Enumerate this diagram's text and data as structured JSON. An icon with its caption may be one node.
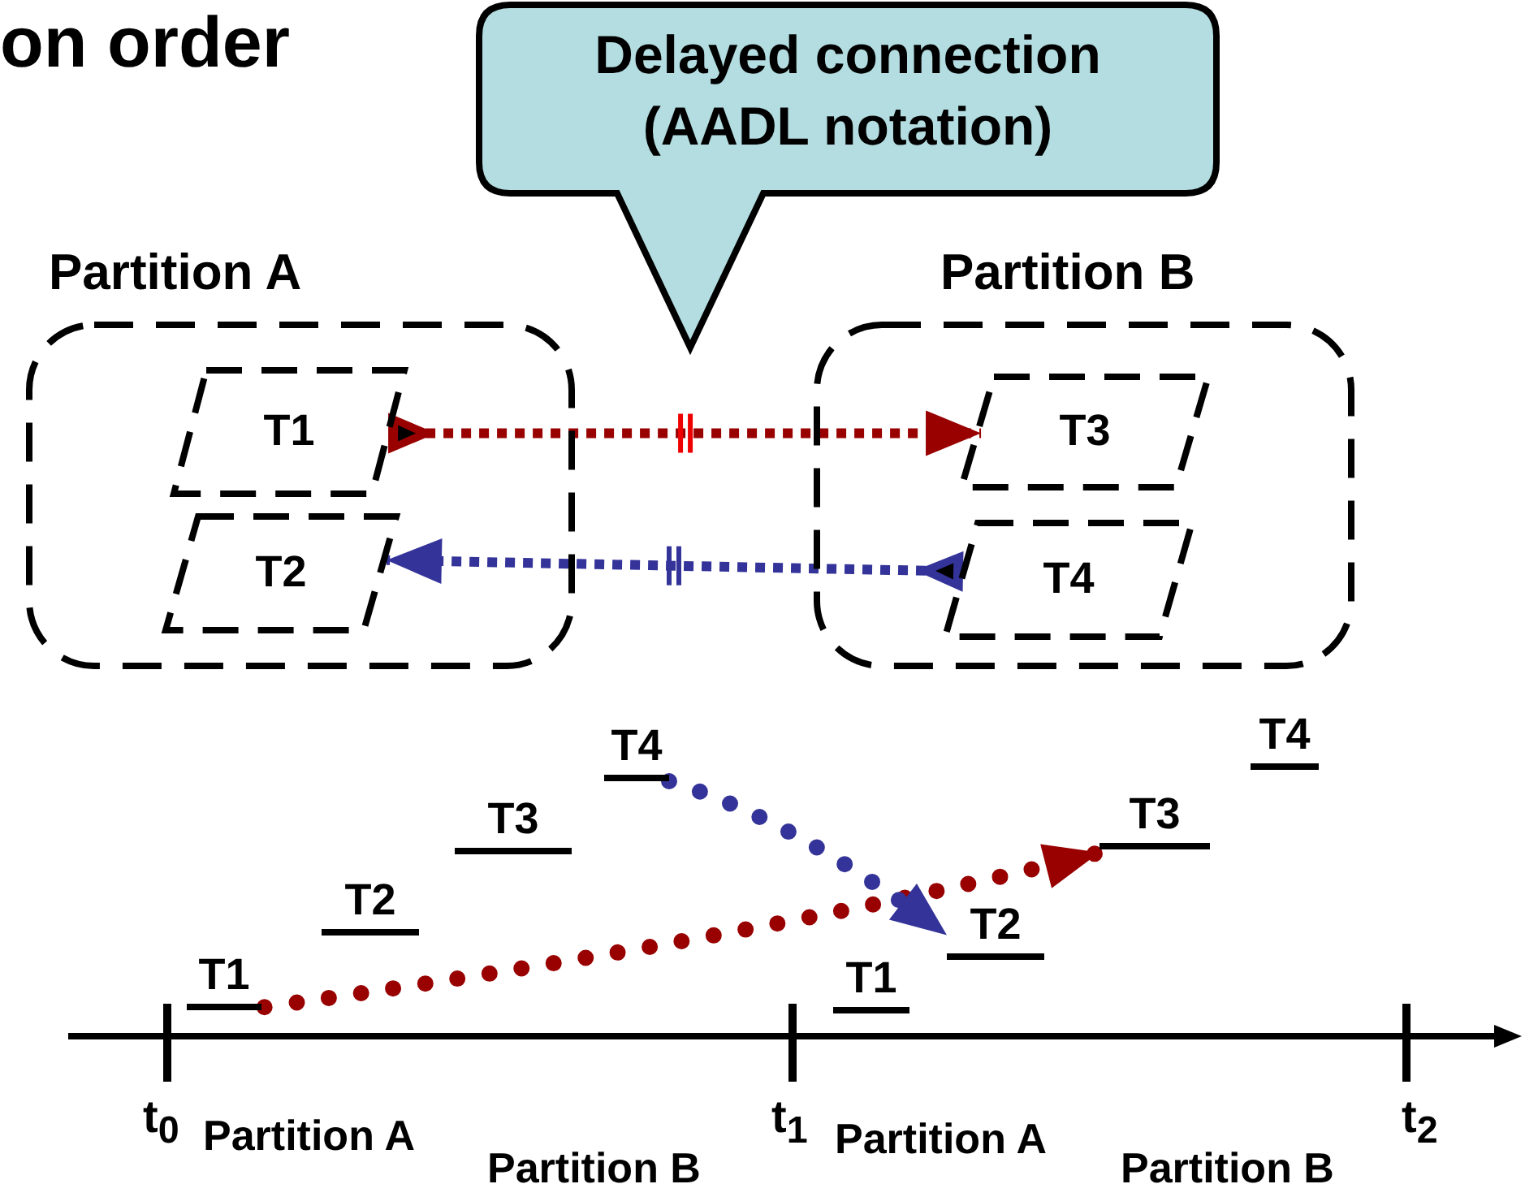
{
  "diagram": {
    "title": "on order",
    "nodes": [
      {
        "text": [
          "Delayed connection (AADL notation)"
        ]
      },
      {
        "text": [
          "Partition A"
        ]
      },
      {
        "text": [
          "T1"
        ],
        "in": 1
      },
      {
        "text": [
          "T2"
        ],
        "in": 1
      },
      {
        "text": [
          "Partition B"
        ]
      },
      {
        "text": [
          "T3"
        ],
        "in": 4
      },
      {
        "text": [
          "T4"
        ],
        "in": 4
      },
      {
        "text": [
          "T1"
        ]
      },
      {
        "text": [
          "T2"
        ]
      },
      {
        "text": [
          "T3"
        ]
      },
      {
        "text": [
          "T4"
        ]
      },
      {
        "text": [
          "T1"
        ]
      },
      {
        "text": [
          "T2"
        ]
      },
      {
        "text": [
          "T3"
        ]
      },
      {
        "text": [
          "T4"
        ]
      }
    ],
    "edges": [
      {
        "from": 2,
        "to": 5,
        "arrow": "to",
        "style": "dashed",
        "color": "#990000"
      },
      {
        "from": 6,
        "to": 3,
        "arrow": "to",
        "style": "dashed",
        "color": "#333399"
      },
      {
        "from": 7,
        "to": 13,
        "arrow": "to",
        "style": "dashed",
        "color": "#990000"
      },
      {
        "from": 10,
        "to": 12,
        "arrow": "to",
        "style": "dashed",
        "color": "#333399"
      }
    ],
    "labels": [
      "t$_{0}$",
      "Partition A",
      "Partition B",
      "t$_{1}$",
      "Partition A",
      "Partition B",
      "t$_{2}$"
    ]
  }
}
